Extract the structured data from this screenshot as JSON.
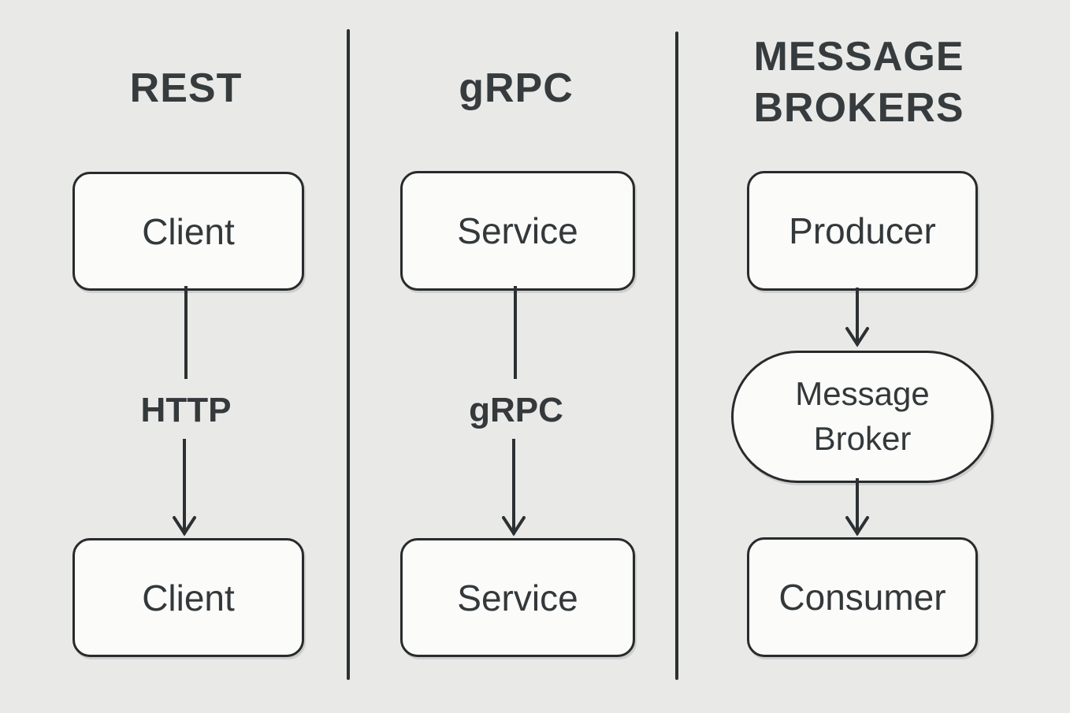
{
  "diagram": {
    "colors": {
      "background": "#e9e9e7",
      "node_fill": "#fbfbf9",
      "stroke": "#2b3033",
      "text": "#33383b"
    },
    "columns": [
      {
        "title": "REST",
        "top_node": "Client",
        "edge_label": "HTTP",
        "bottom_node": "Client"
      },
      {
        "title": "gRPC",
        "top_node": "Service",
        "edge_label": "gRPC",
        "bottom_node": "Service"
      },
      {
        "title": "MESSAGE BROKERS",
        "top_node": "Producer",
        "middle_node": "Message Broker",
        "bottom_node": "Consumer"
      }
    ]
  }
}
